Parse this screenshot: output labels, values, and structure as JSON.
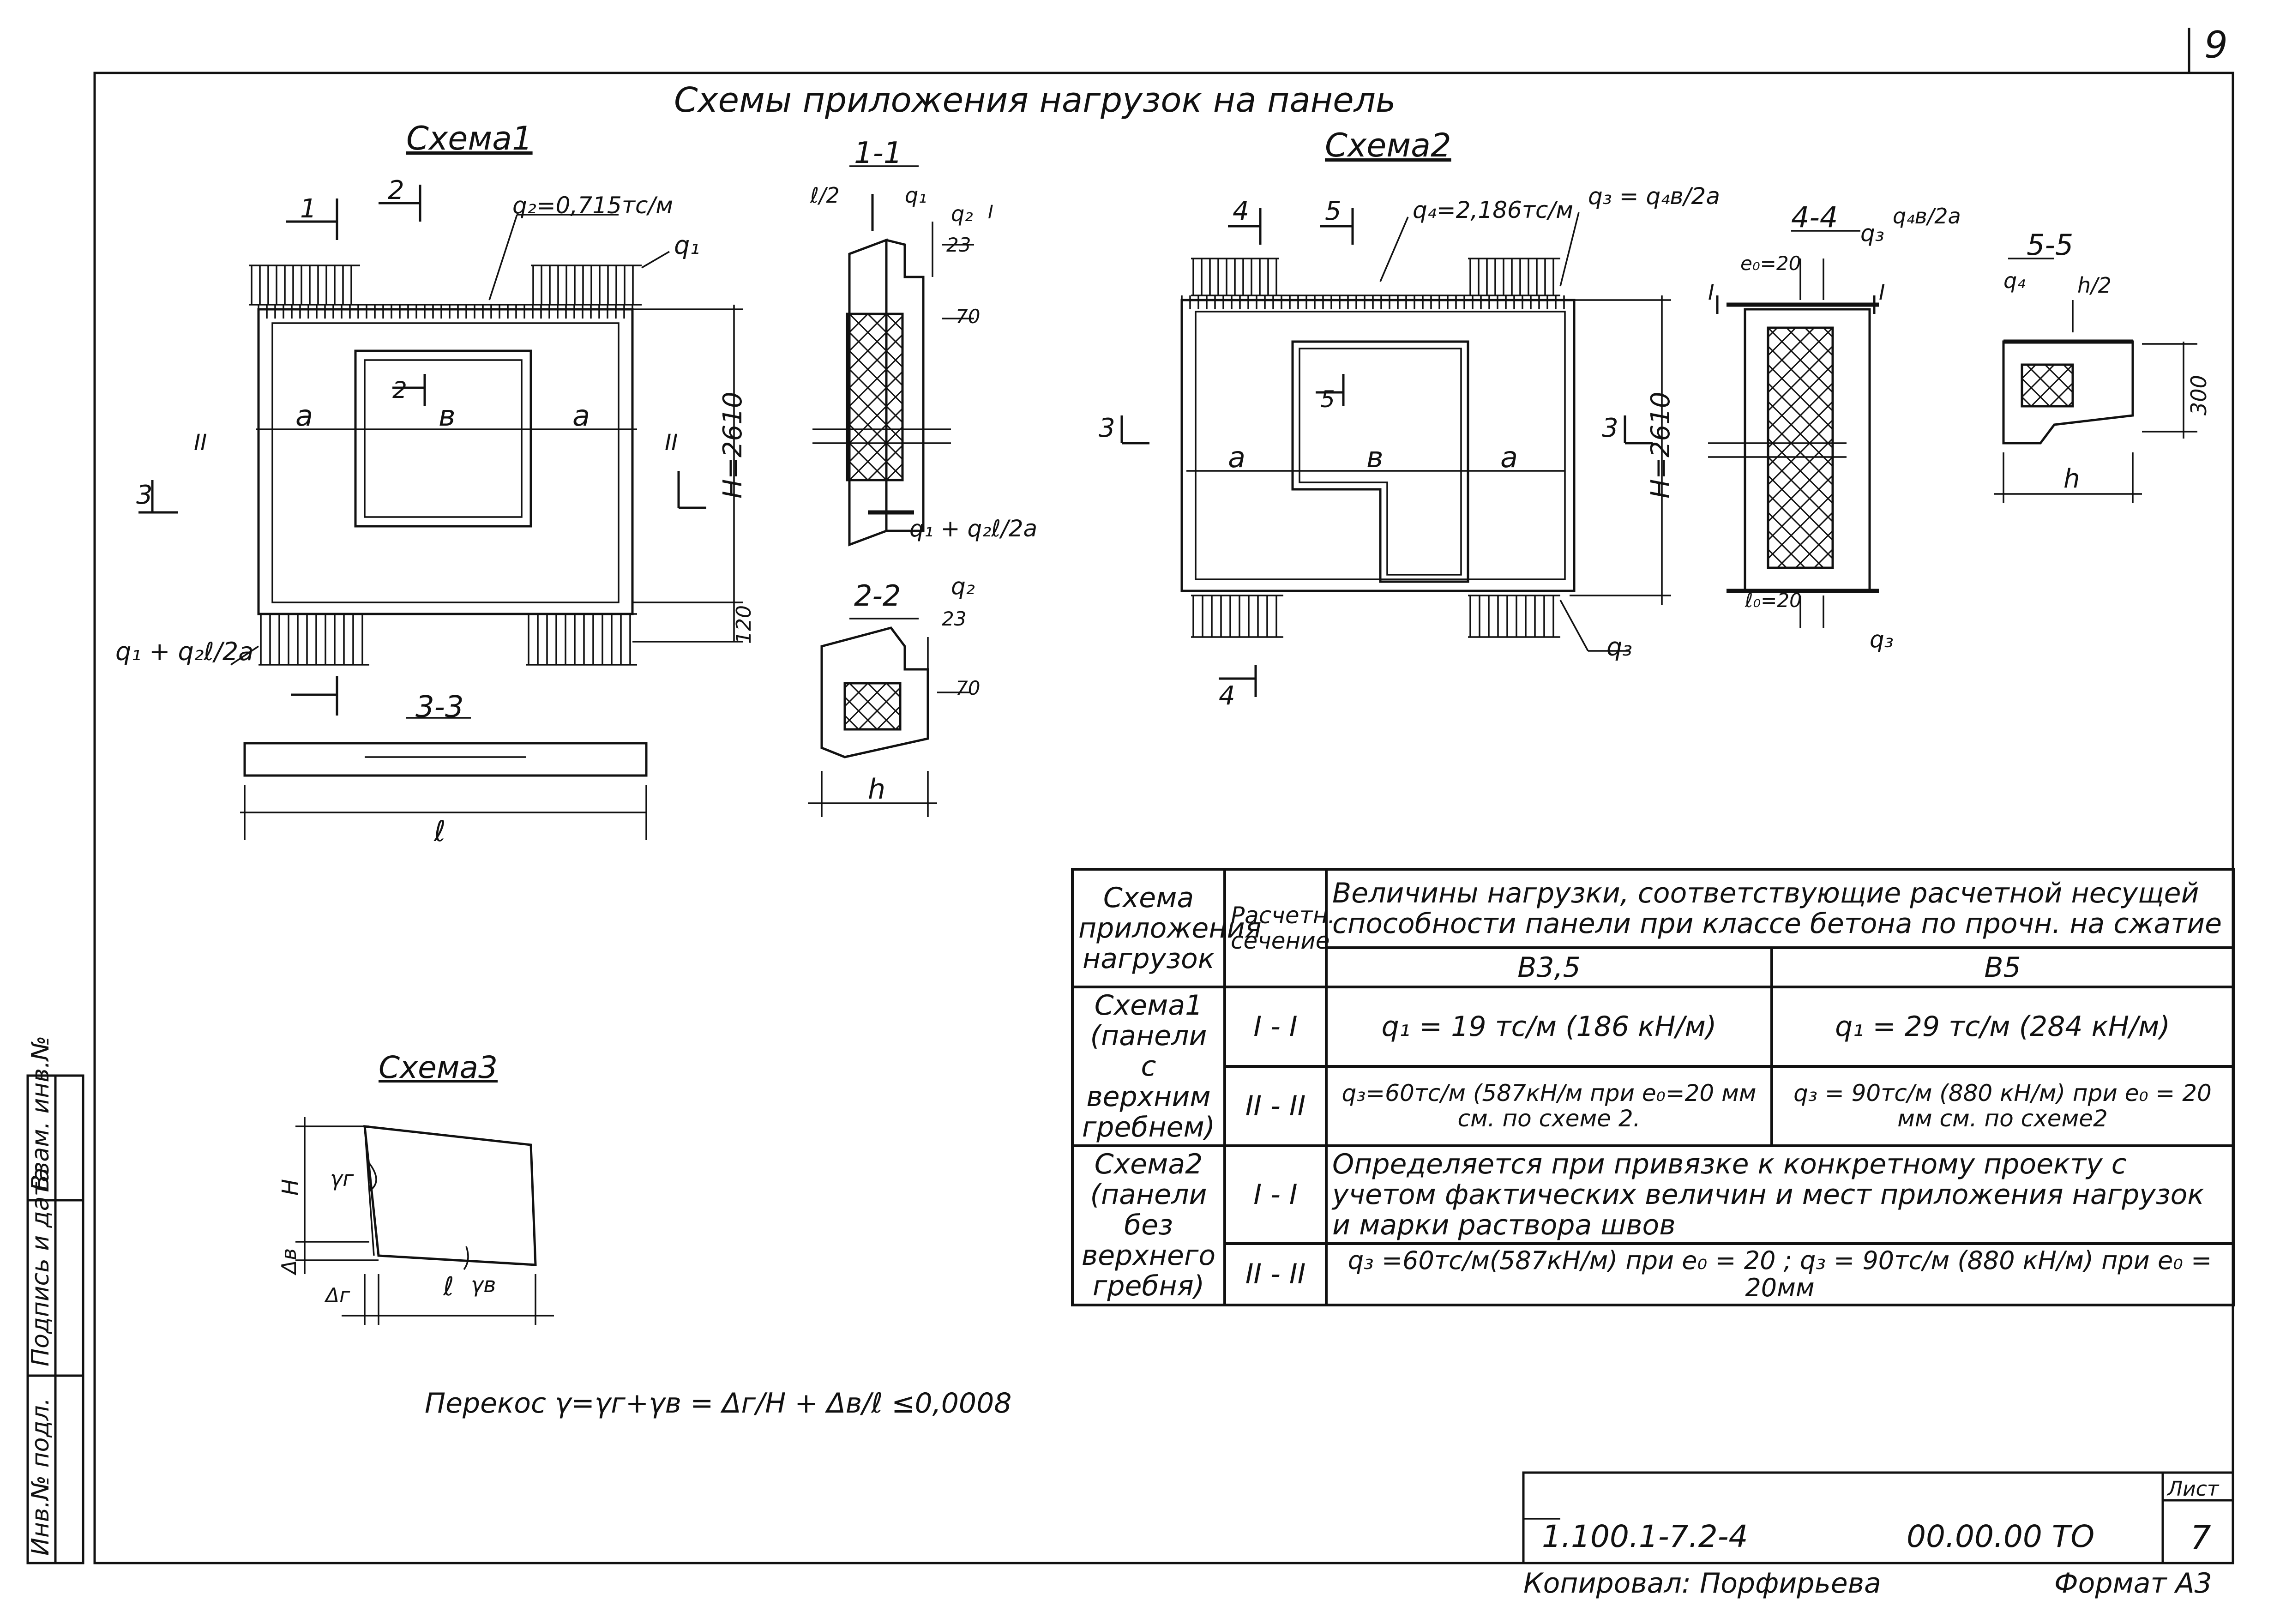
{
  "page_number": "9",
  "title": "Схемы приложения нагрузок на панель",
  "schemes": {
    "scheme1": {
      "title": "Схема1",
      "load_q2": "q₂=0,715тс/м",
      "load_q1": "q₁",
      "load_q1_bottom": "q₁ + q₂ℓ/2a",
      "height": "H=2610",
      "height_bottom": "120",
      "dims": [
        "a",
        "в",
        "a"
      ],
      "sections": [
        "1",
        "2",
        "3",
        "II",
        "II",
        "2"
      ]
    },
    "scheme2": {
      "title": "Схема2",
      "load_q4": "q₄=2,186тс/м",
      "load_q3": "q₃ = q₄в/2a",
      "load_q3_bottom": "q₃",
      "height": "H=2610",
      "dims": [
        "a",
        "в",
        "a"
      ],
      "sections": [
        "4",
        "5",
        "3",
        "3",
        "5",
        "4"
      ]
    },
    "scheme3": {
      "title": "Схема3",
      "labels": [
        "H",
        "Δв",
        "Δг",
        "ℓ",
        "γг",
        "γв"
      ]
    }
  },
  "sections": {
    "s11": {
      "title": "1-1",
      "labels": [
        "ℓ/2",
        "q₁",
        "q₂",
        "I",
        "23",
        "70"
      ],
      "bottom": "q₁ + q₂ℓ/2a"
    },
    "s22": {
      "title": "2-2",
      "labels": [
        "q₂",
        "23",
        "70",
        "h"
      ]
    },
    "s33": {
      "title": "3-3",
      "labels": [
        "ℓ"
      ]
    },
    "s44": {
      "title": "4-4",
      "labels": [
        "q₃",
        "q₄в/2a",
        "e₀=20",
        "I",
        "I",
        "ℓ₀=20",
        "q₃"
      ]
    },
    "s55": {
      "title": "5-5",
      "labels": [
        "q₄",
        "h/2",
        "300",
        "h"
      ]
    }
  },
  "formula": "Перекос  γ=γг+γв = Δг/H + Δв/ℓ ≤0,0008",
  "table": {
    "headers": {
      "col1": "Схема приложения нагрузок",
      "col2": "Расчетн. сечение",
      "col3": "Величины нагрузки, соответствующие расчетной несущей способности панели  при классе бетона по прочн. на сжатие",
      "b35": "В3,5",
      "b5": "В5"
    },
    "rows": [
      {
        "scheme": "Схема1 (панели с верхним гребнем)",
        "sec1": "I - I",
        "sec2": "II - II",
        "b35_1": "q₁ = 19 тс/м (186 кН/м)",
        "b5_1": "q₁ = 29 тс/м (284 кН/м)",
        "b35_2": "q₃=60тс/м (587кН/м при e₀=20 мм см. по схеме 2.",
        "b5_2": "q₃ = 90тс/м (880 кН/м) при e₀ = 20 мм см. по схеме2"
      },
      {
        "scheme": "Схема2 (панели без верхнего гребня)",
        "sec1": "I - I",
        "sec2": "II - II",
        "note": "Определяется при привязке к конкретному проекту с учетом фактических величин  и мест приложения нагрузок  и марки раствора швов",
        "bottom": "q₃ =60тс/м(587кН/м) при e₀ = 20 ;  q₃ = 90тс/м (880 кН/м) при e₀ = 20мм"
      }
    ]
  },
  "stamp": {
    "code": "1.100.1-7.2-4",
    "doc": "00.00.00 ТО",
    "sheet_label": "Лист",
    "sheet_num": "7",
    "copied": "Копировал: Порфирьева",
    "format": "Формат А3"
  },
  "margin_labels": [
    "Инв.№ подл.",
    "Подпись и дата",
    "Взам. инв.№"
  ]
}
